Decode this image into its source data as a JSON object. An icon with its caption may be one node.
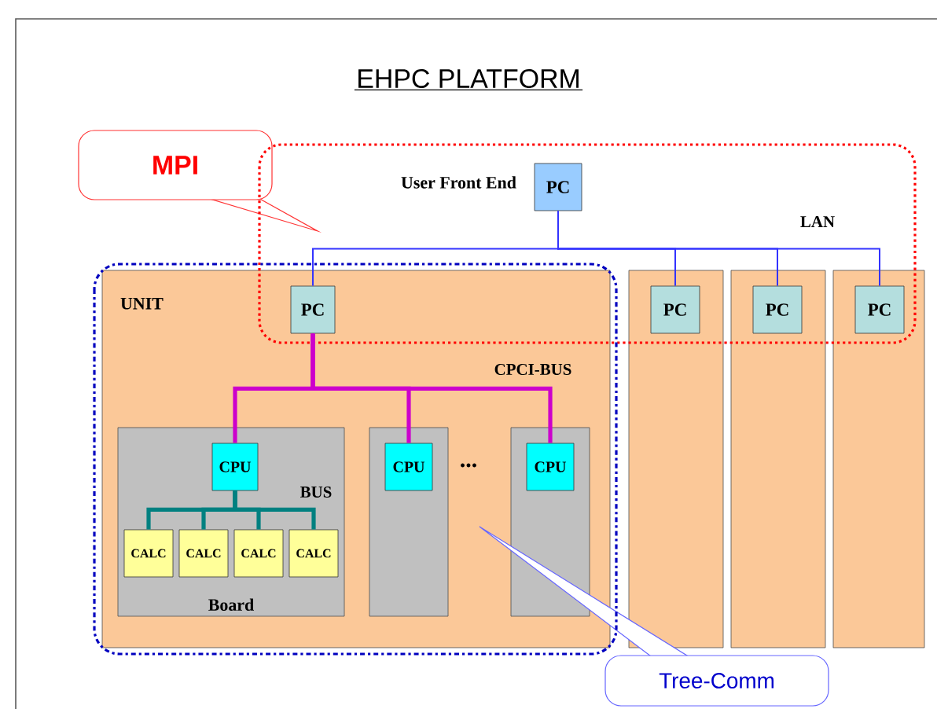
{
  "diagram": {
    "title": "EHPC PLATFORM",
    "nodes": [
      {
        "text": [
          "UNIT"
        ]
      },
      {
        "text": [
          "PC"
        ],
        "in": 0
      },
      {
        "text": [
          "Board"
        ],
        "in": 0
      },
      {
        "text": [
          "CPU"
        ],
        "in": 2
      },
      {
        "text": [
          "CALC"
        ],
        "in": 2
      },
      {
        "text": [
          "CALC"
        ],
        "in": 2
      },
      {
        "text": [
          "CALC"
        ],
        "in": 2
      },
      {
        "text": [
          "CALC"
        ],
        "in": 2
      },
      {
        "text": [],
        "shape": "box",
        "in": 0
      },
      {
        "text": [
          "CPU"
        ],
        "in": 8
      },
      {
        "text": [],
        "shape": "box",
        "in": 0
      },
      {
        "text": [
          "CPU"
        ],
        "in": 10
      },
      {
        "text": [],
        "shape": "box"
      },
      {
        "text": [],
        "shape": "box"
      },
      {
        "text": [],
        "shape": "box"
      },
      {
        "text": [
          "PC"
        ],
        "in": 12
      },
      {
        "text": [
          "PC"
        ],
        "in": 13
      },
      {
        "text": [
          "PC"
        ],
        "in": 14
      },
      {
        "text": [
          "PC"
        ],
        "beside": [
          "User Front End"
        ]
      },
      {
        "text": [
          "MPI"
        ]
      },
      {
        "text": [
          "Tree-Comm"
        ]
      }
    ],
    "edges": [
      {
        "from": 18,
        "to": 1,
        "arrow": "none"
      },
      {
        "from": 18,
        "to": 15,
        "arrow": "none"
      },
      {
        "from": 18,
        "to": 16,
        "arrow": "none"
      },
      {
        "from": 18,
        "to": 17,
        "arrow": "none"
      },
      {
        "from": 1,
        "to": 3,
        "arrow": "none",
        "color": "#cc00cc"
      },
      {
        "from": 1,
        "to": 9,
        "arrow": "none",
        "color": "#cc00cc"
      },
      {
        "from": 1,
        "to": 11,
        "arrow": "none",
        "color": "#cc00cc"
      },
      {
        "from": 3,
        "to": 4,
        "arrow": "none",
        "color": "#008080"
      },
      {
        "from": 3,
        "to": 5,
        "arrow": "none",
        "color": "#008080"
      },
      {
        "from": 3,
        "to": 6,
        "arrow": "none",
        "color": "#008080"
      },
      {
        "from": 3,
        "to": 7,
        "arrow": "none",
        "color": "#008080"
      }
    ],
    "labels": [
      "LAN",
      "CPCI-BUS",
      "BUS",
      "..."
    ]
  }
}
